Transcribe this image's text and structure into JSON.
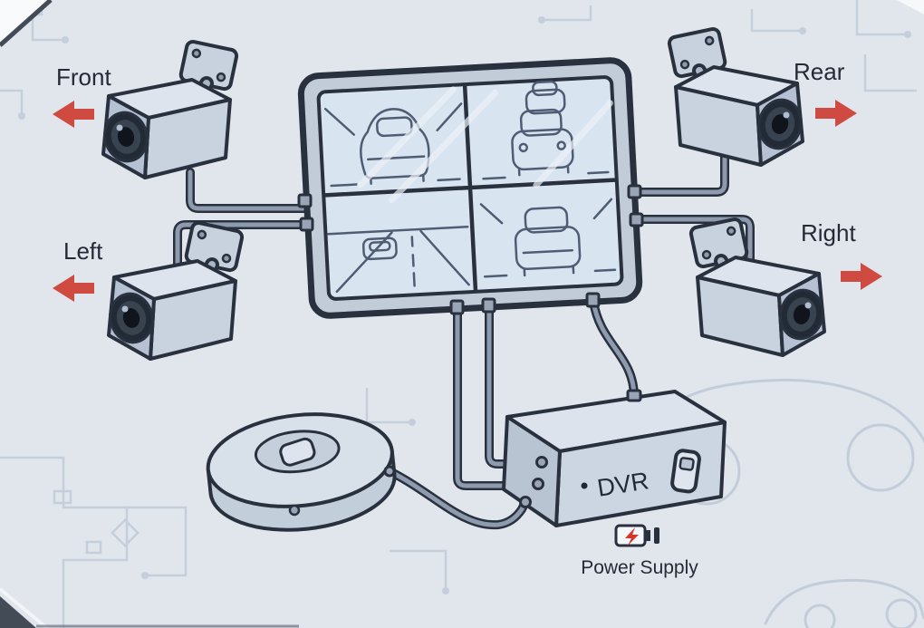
{
  "diagram": {
    "title": "Car DVR multi-camera system wiring diagram",
    "labels": {
      "front": "Front",
      "rear": "Rear",
      "left": "Left",
      "right": "Right",
      "dvr": "DVR",
      "power_supply": "Power Supply"
    },
    "arrows": {
      "front_direction": "left",
      "rear_direction": "right",
      "left_direction": "left",
      "right_direction": "right"
    },
    "colors": {
      "background": "#e1e5ec",
      "outline": "#29313e",
      "device_light": "#dde4ee",
      "device_mid": "#c9d3e0",
      "device_dark": "#b6c2d3",
      "screen": "#d9e4f1",
      "wire": "#8e9bae",
      "arrow_red": "#cf4a40",
      "lightning_red": "#d8342c",
      "trace": "#c5cfdc"
    },
    "icons": {
      "cameras": [
        "front-camera-icon",
        "rear-camera-icon",
        "left-camera-icon",
        "right-camera-icon"
      ],
      "monitor": "quad-view-monitor-icon",
      "recorder": "dvr-box-icon",
      "controller": "puck-device-icon",
      "power": "battery-lightning-icon"
    }
  }
}
